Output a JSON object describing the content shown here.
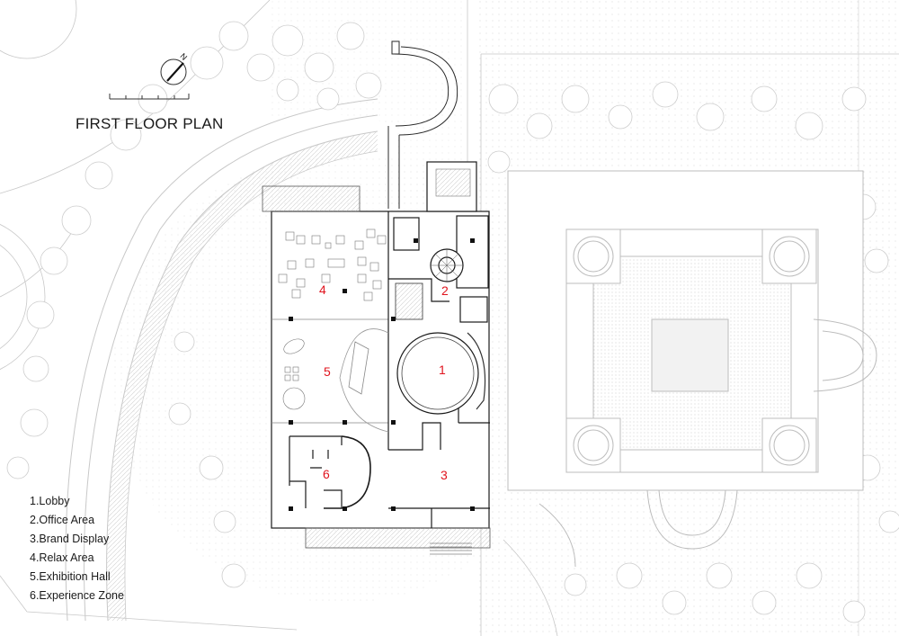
{
  "plan": {
    "title": "FIRST FLOOR PLAN",
    "north_marker": "N",
    "colors": {
      "room_label": "#e0141e",
      "wall": "#1a1a1a",
      "site_lines": "#c8c8c8",
      "tree": "#d2d2d2"
    }
  },
  "legend": {
    "items": [
      {
        "id": "1",
        "label": "1.Lobby"
      },
      {
        "id": "2",
        "label": "2.Office Area"
      },
      {
        "id": "3",
        "label": "3.Brand Display"
      },
      {
        "id": "4",
        "label": "4.Relax Area"
      },
      {
        "id": "5",
        "label": "5.Exhibition Hall"
      },
      {
        "id": "6",
        "label": "6.Experience Zone"
      }
    ]
  },
  "rooms": [
    {
      "number": "1",
      "name": "Lobby"
    },
    {
      "number": "2",
      "name": "Office Area"
    },
    {
      "number": "3",
      "name": "Brand Display"
    },
    {
      "number": "4",
      "name": "Relax Area"
    },
    {
      "number": "5",
      "name": "Exhibition Hall"
    },
    {
      "number": "6",
      "name": "Experience Zone"
    }
  ]
}
